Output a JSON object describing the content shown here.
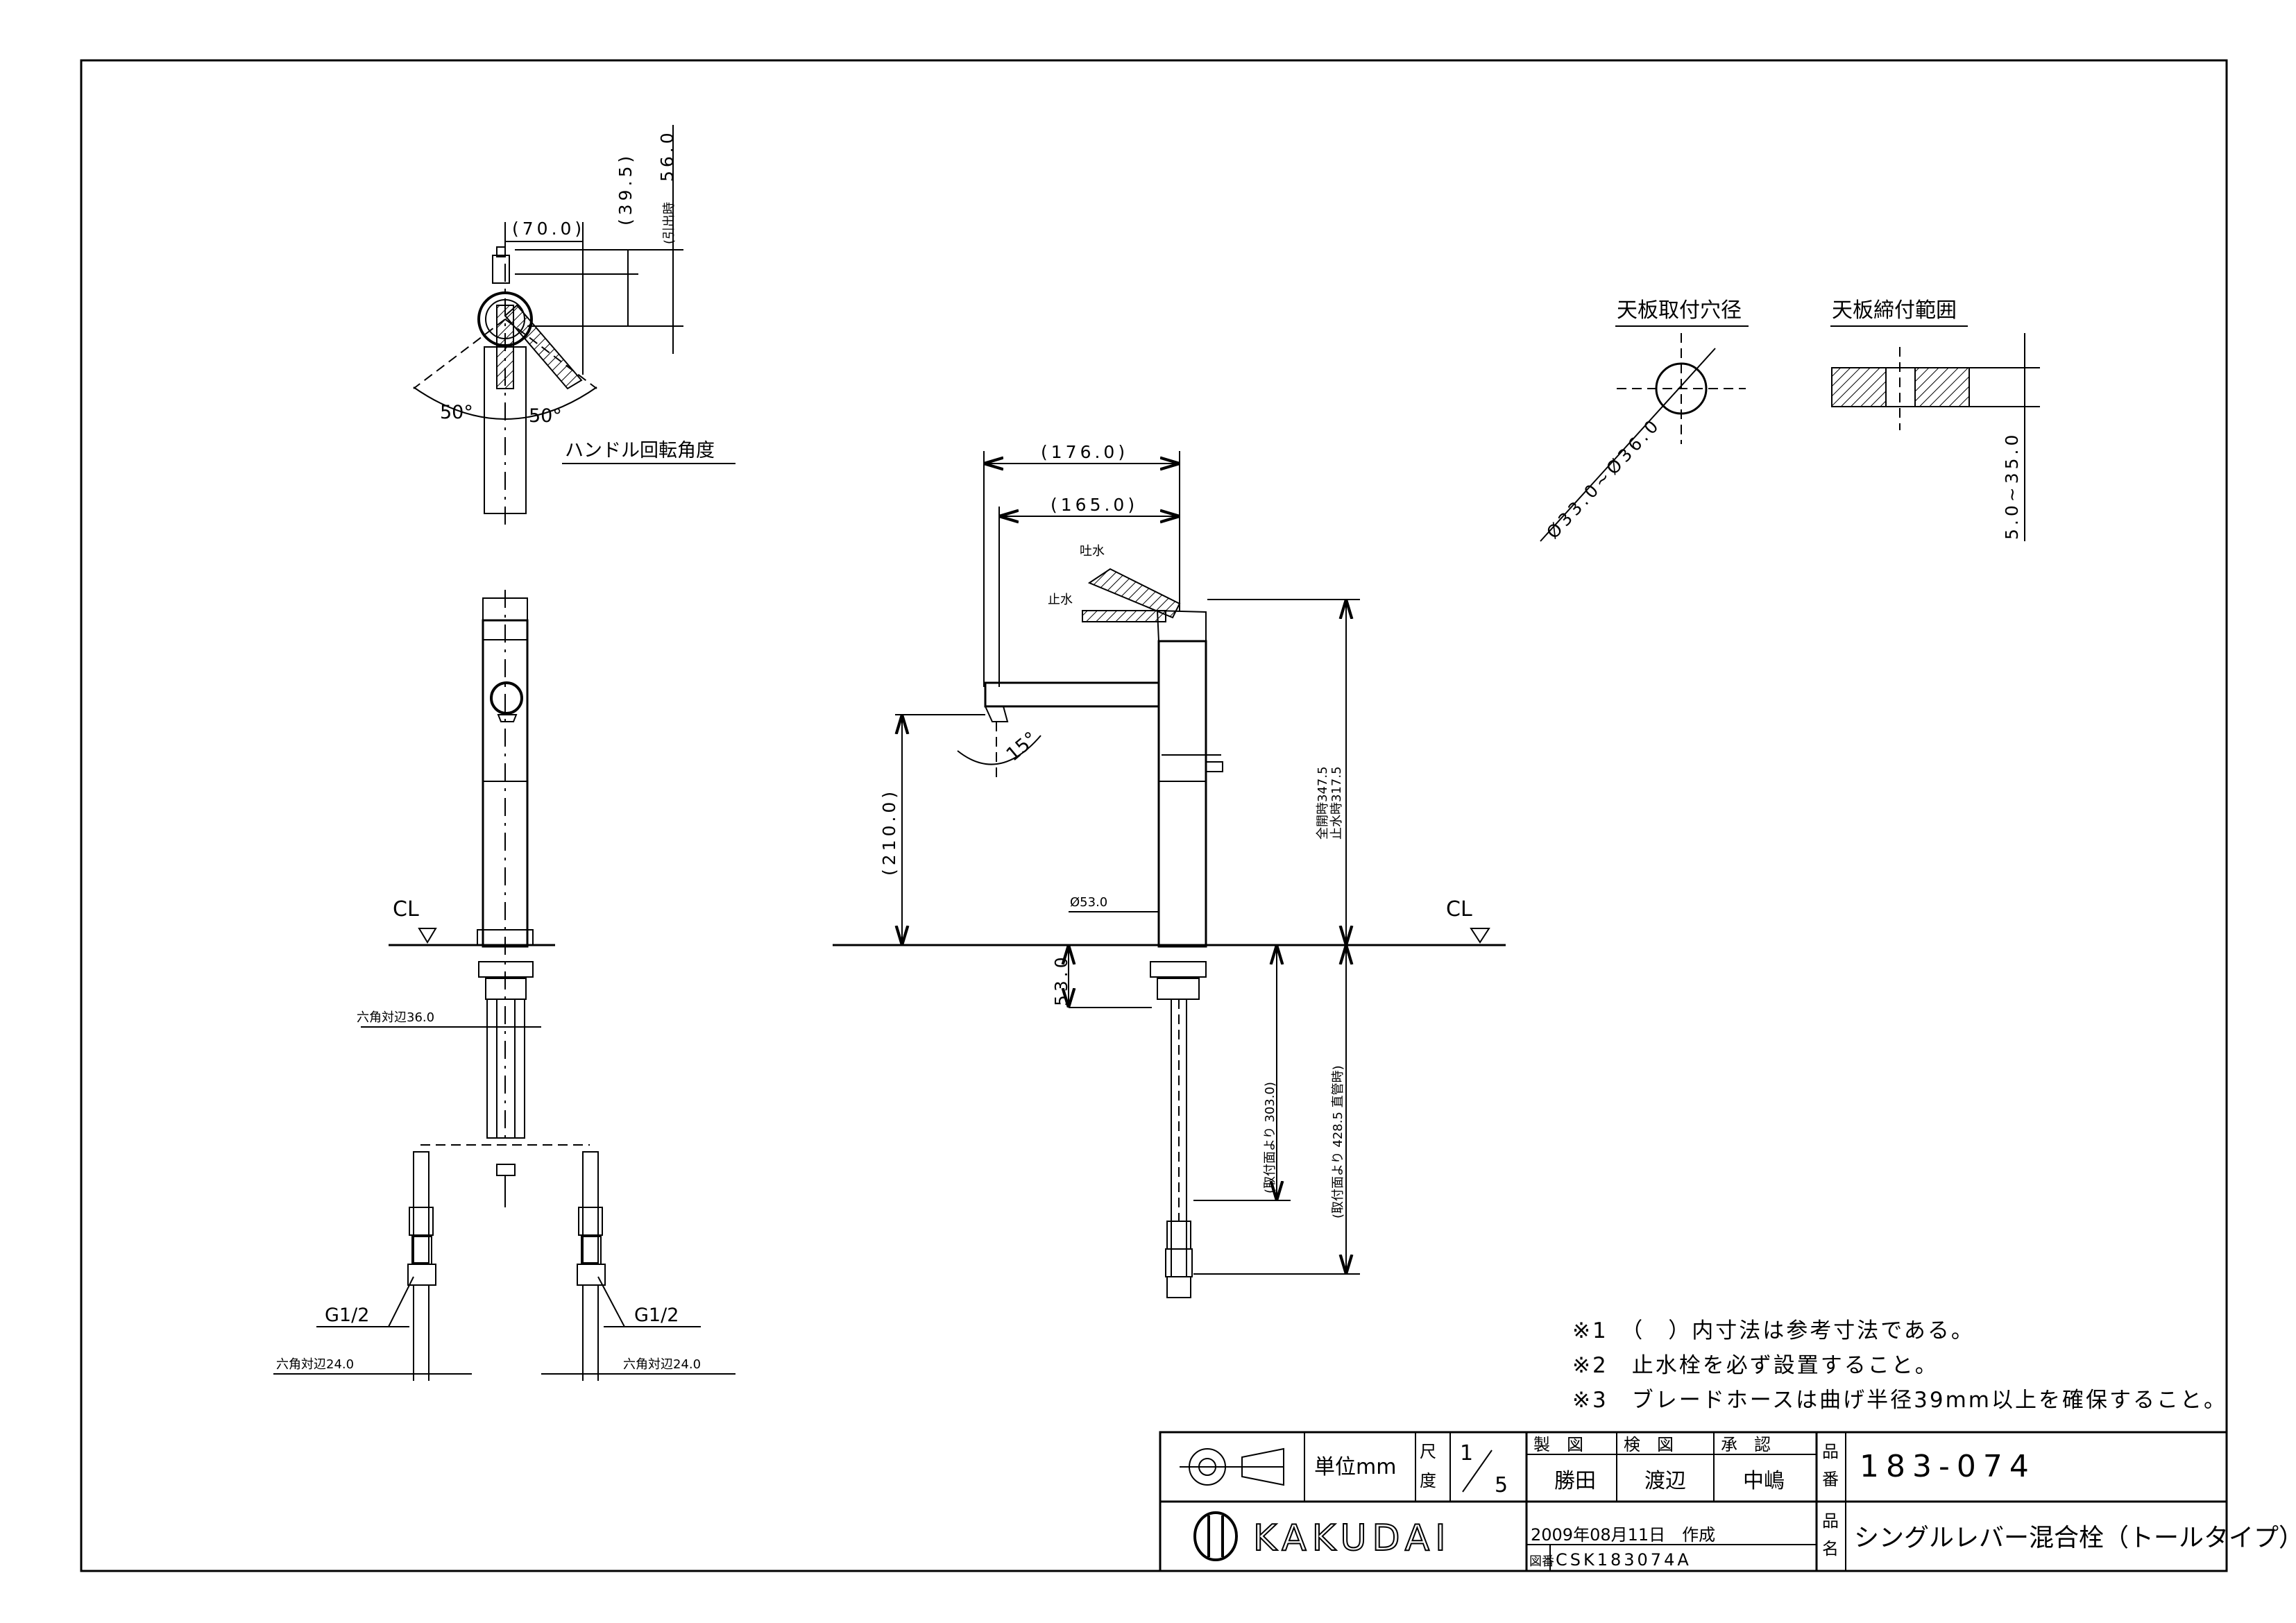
{
  "top_view": {
    "dim_width": "(70.0)",
    "dim_39": "(39.5)",
    "dim_56": "56.0",
    "dim_56_note": "(引出時",
    "angle_left": "50°",
    "angle_right": "50°",
    "handle_label": "ハンドル回転角度"
  },
  "front_view": {
    "cl_label": "CL",
    "hex36": "六角対辺36.0",
    "g_left": "G1/2",
    "g_right": "G1/2",
    "hex24_left": "六角対辺24.0",
    "hex24_right": "六角対辺24.0"
  },
  "side_view": {
    "dim_176": "(176.0)",
    "dim_165": "(165.0)",
    "spout_open": "吐水",
    "spout_close": "止水",
    "angle15": "15°",
    "dim_210": "(210.0)",
    "dia53": "Ø53.0",
    "h_open_a": "全開時347.5",
    "h_open_b": "止水時317.5",
    "dim_53": "53.0",
    "dim_303": "(取付面より 303.0)",
    "dim_428": "(取付面より 428.5 直管時)",
    "cl_label": "CL"
  },
  "hole": {
    "title": "天板取付穴径",
    "dia": "Ø33.0~Ø36.0"
  },
  "clamp": {
    "title": "天板締付範囲",
    "range": "5.0~35.0"
  },
  "notes": [
    "※1　（　）内寸法は参考寸法である。",
    "※2　止水栓を必ず設置すること。",
    "※3　ブレードホースは曲げ半径39mm以上を確保すること。"
  ],
  "title_block": {
    "unit": "単位mm",
    "scale_label": "尺度",
    "scale_num": "1",
    "scale_den": "5",
    "seizu": "製　図",
    "kenzu": "検　図",
    "shonin": "承　認",
    "seizu_name": "勝田",
    "kenzu_name": "渡辺",
    "shonin_name": "中嶋",
    "hinban_label": "品番",
    "hinban": "183-074",
    "brand": "KAKUDAI",
    "date": "2009年08月11日　作成",
    "zuban_label": "図番",
    "zuban": "CSK183074A",
    "hinmei_label": "品名",
    "hinmei": "シングルレバー混合栓（トールタイプ）"
  }
}
